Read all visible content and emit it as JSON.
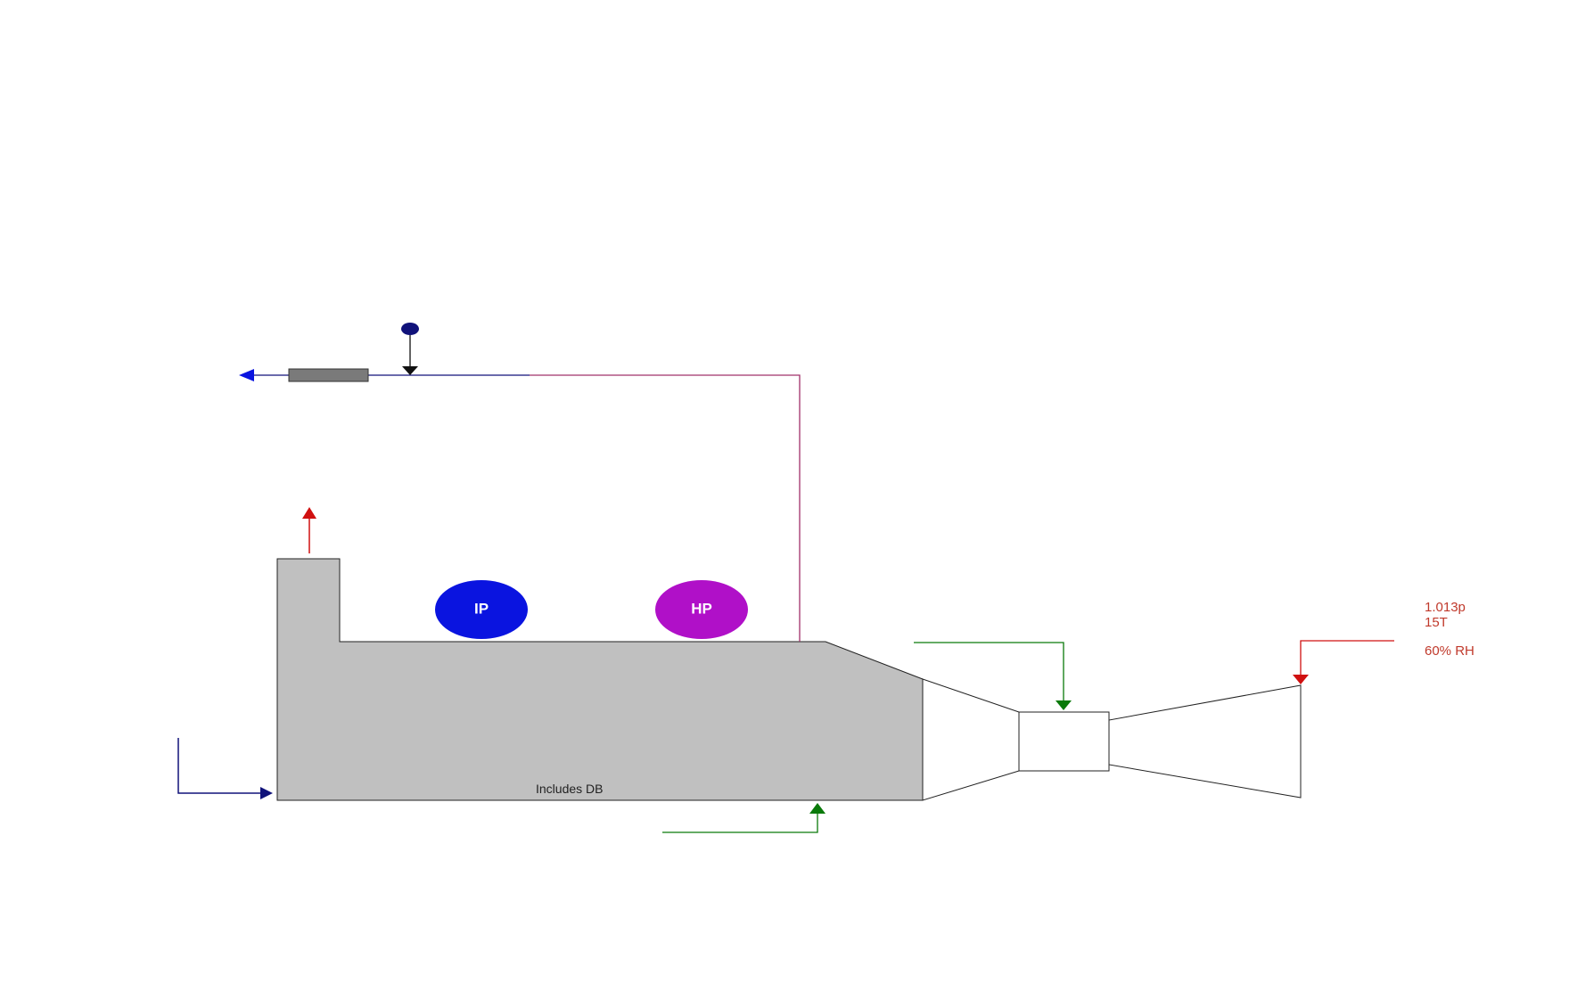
{
  "labels": {
    "ip_drum": "IP",
    "hp_drum": "HP",
    "duct_burner_note": "Includes DB",
    "ambient_pressure": "1.013p",
    "ambient_temperature": "15T",
    "ambient_humidity": "60% RH"
  },
  "colors": {
    "hrsg_body": "#c0c0c0",
    "ip_drum": "#0a14e0",
    "hp_drum": "#b010c8",
    "steam_line": "#a0306a",
    "air_inlet": "#d01010",
    "fuel": "#0a7a0a",
    "blue_stream": "#10127a",
    "attemperator": "#7a7a7a"
  }
}
